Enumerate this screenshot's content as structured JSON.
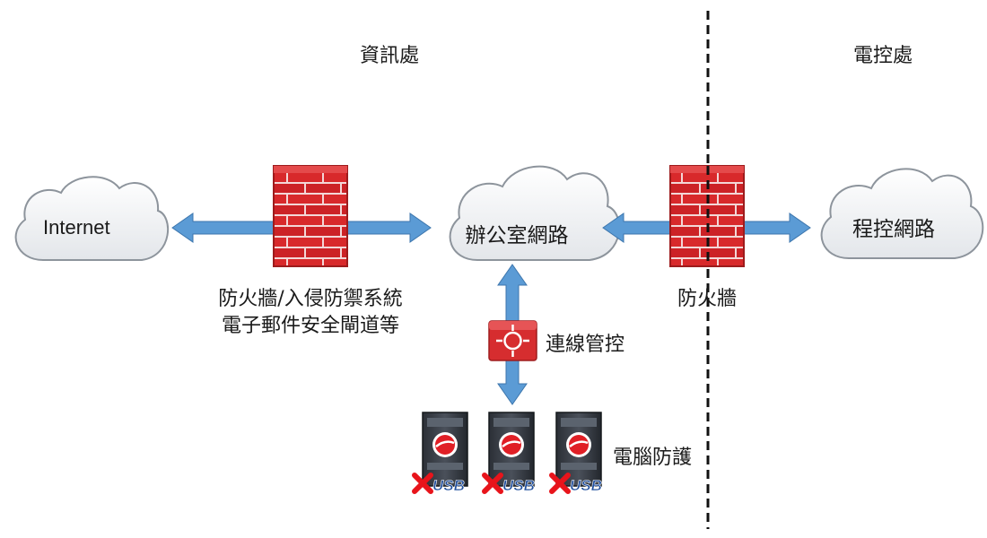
{
  "zones": {
    "left": "資訊處",
    "right": "電控處"
  },
  "nodes": {
    "internet": "Internet",
    "office": "辦公室網路",
    "control": "程控網路"
  },
  "labels": {
    "fw_left_line1": "防火牆/入侵防禦系統",
    "fw_left_line2": "電子郵件安全閘道等",
    "fw_right": "防火牆",
    "conn_control": "連線管控",
    "pc_protect": "電腦防護"
  },
  "endpoints": [
    {
      "badge": "USB"
    },
    {
      "badge": "USB"
    },
    {
      "badge": "USB"
    }
  ],
  "colors": {
    "arrow": "#5b9bd5",
    "arrow_stroke": "#3d76ad",
    "brick": "#d8292b",
    "mortar": "#f3d7d7",
    "router": "#d62d2f",
    "usb_blue": "#1f4e9c",
    "cross": "#e8141b"
  }
}
